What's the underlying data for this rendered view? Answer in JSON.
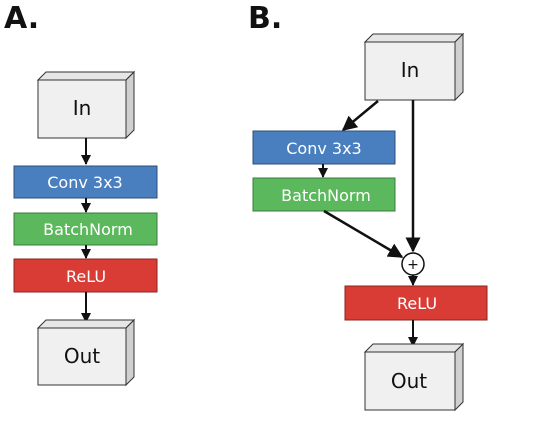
{
  "panels": {
    "a": {
      "label": "A.",
      "input": "In",
      "output": "Out",
      "layers": {
        "conv": "Conv 3x3",
        "bn": "BatchNorm",
        "relu": "ReLU"
      }
    },
    "b": {
      "label": "B.",
      "input": "In",
      "output": "Out",
      "add_symbol": "+",
      "layers": {
        "conv": "Conv 3x3",
        "bn": "BatchNorm",
        "relu": "ReLU"
      }
    }
  },
  "colors": {
    "conv": "#4a7fbf",
    "bn": "#5cb85c",
    "relu": "#d93c35",
    "block_face": "#f0f0f0",
    "block_side": "#d0d0d0",
    "block_top": "#e6e6e6",
    "line": "#111111"
  }
}
